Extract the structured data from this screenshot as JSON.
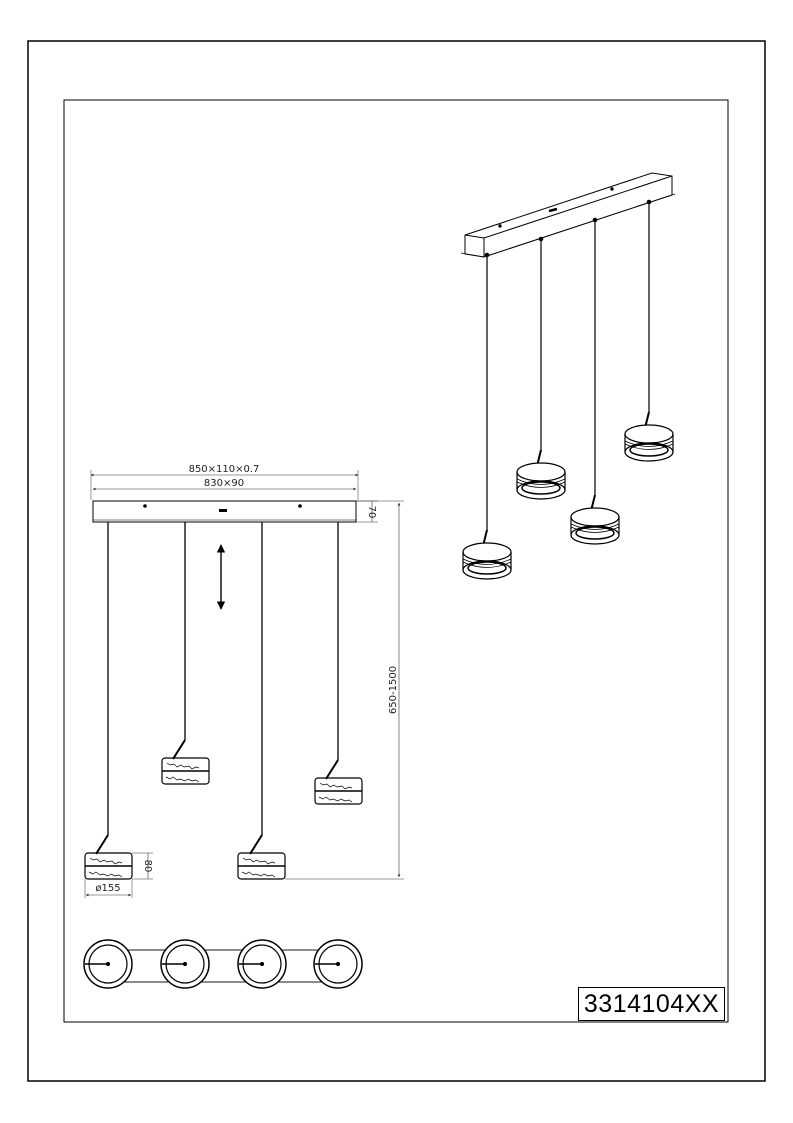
{
  "drawing": {
    "part_number": "3314104XX",
    "dimensions": {
      "canopy_outer": "850×110×0.7",
      "canopy_inner": "830×90",
      "canopy_height": "70",
      "hanging_length": "650-1500",
      "shade_height": "80",
      "shade_diameter": "ø155"
    },
    "colors": {
      "line": "#000000",
      "dim_line": "#333333",
      "paper": "#ffffff"
    }
  }
}
